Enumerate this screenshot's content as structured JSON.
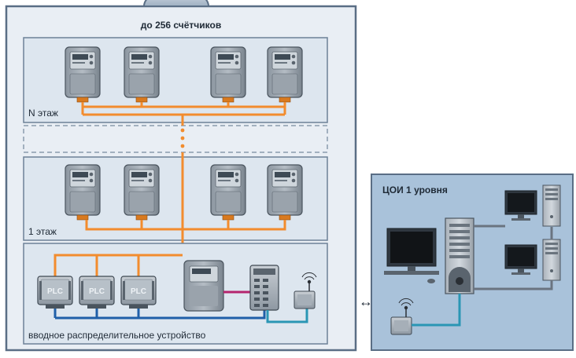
{
  "building": {
    "title": "до 256 счётчиков",
    "floor_n_label": "N этаж",
    "floor_1_label": "1 этаж",
    "entry_label": "вводное распределительное устройство",
    "plc_label": "PLC"
  },
  "center": {
    "title": "ЦОИ 1 уровня"
  },
  "link_symbol": "↔",
  "colors": {
    "building_fill": "#e9eef4",
    "panel_fill": "#dde6ef",
    "border": "#5a6e85",
    "center_fill": "#a9c2da",
    "bus_orange": "#f28c2e",
    "bus_blue": "#1f5fa8",
    "link_teal": "#2a96b4",
    "link_magenta": "#b5246e",
    "link_gray": "#6a7480"
  }
}
